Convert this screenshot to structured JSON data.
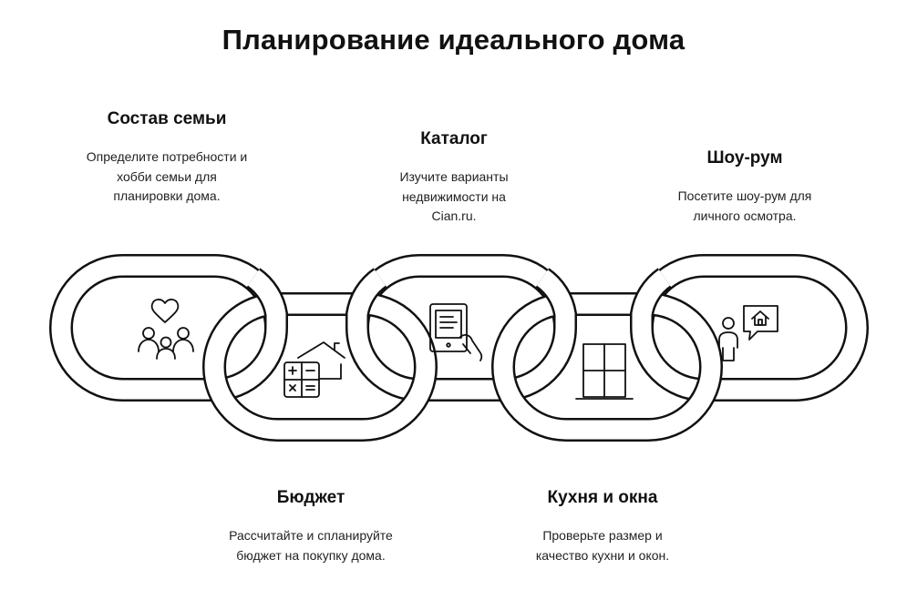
{
  "title": "Планирование идеального дома",
  "steps": [
    {
      "heading": "Состав семьи",
      "text": "Определите потребности и хобби семьи для планировки дома.",
      "icon": "family-icon"
    },
    {
      "heading": "Бюджет",
      "text": "Рассчитайте и спланируйте бюджет на покупку дома.",
      "icon": "calculator-house-icon"
    },
    {
      "heading": "Каталог",
      "text": "Изучите варианты недвижимости на Cian.ru.",
      "icon": "tablet-browse-icon"
    },
    {
      "heading": "Кухня и окна",
      "text": "Проверьте размер и качество кухни и окон.",
      "icon": "window-icon"
    },
    {
      "heading": "Шоу-рум",
      "text": "Посетите шоу-рум для личного осмотра.",
      "icon": "person-house-icon"
    }
  ]
}
